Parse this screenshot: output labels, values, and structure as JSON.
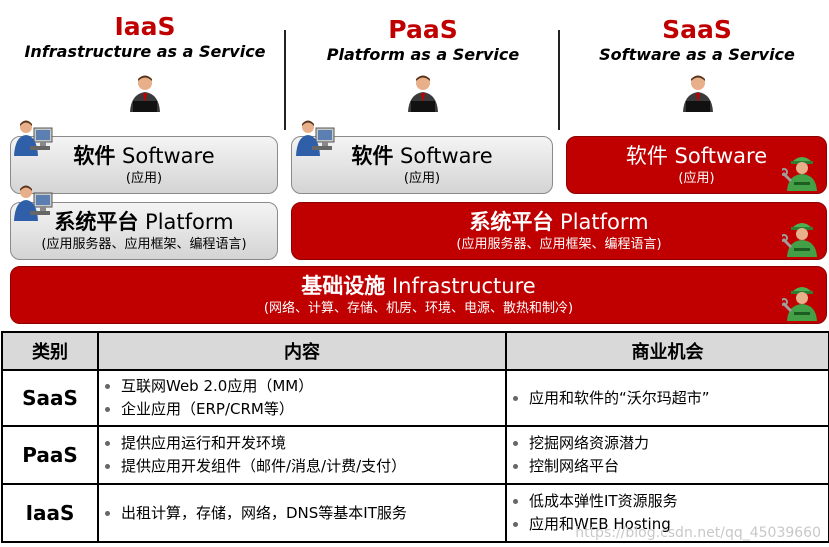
{
  "columns": {
    "iaas": {
      "title": "IaaS",
      "subtitle": "Infrastructure as a Service"
    },
    "paas": {
      "title": "PaaS",
      "subtitle": "Platform as a Service"
    },
    "saas": {
      "title": "SaaS",
      "subtitle": "Software as a Service"
    }
  },
  "layers": {
    "software": {
      "zh": "软件",
      "en": "Software",
      "note": "(应用)"
    },
    "platform": {
      "zh": "系统平台",
      "en": "Platform",
      "note": "(应用服务器、应用框架、编程语言)"
    },
    "infrastructure": {
      "zh": "基础设施",
      "en": "Infrastructure",
      "note": "(网络、计算、存储、机房、环境、电源、散热和制冷)"
    }
  },
  "icons": {
    "user": "user-at-computer-icon",
    "provider": "worker-with-wrench-icon",
    "consumer": "business-person-icon"
  },
  "colors": {
    "red": "#c00000",
    "gray": "#d9d9d9"
  },
  "table": {
    "headers": [
      "类别",
      "内容",
      "商业机会"
    ],
    "rows": [
      {
        "category": "SaaS",
        "content": [
          "互联网Web 2.0应用（MM）",
          "企业应用（ERP/CRM等）"
        ],
        "opportunity": [
          "应用和软件的“沃尔玛超市”"
        ]
      },
      {
        "category": "PaaS",
        "content": [
          "提供应用运行和开发环境",
          "提供应用开发组件（邮件/消息/计费/支付）"
        ],
        "opportunity": [
          "挖掘网络资源潜力",
          "控制网络平台"
        ]
      },
      {
        "category": "IaaS",
        "content": [
          "出租计算，存储，网络，DNS等基本IT服务"
        ],
        "opportunity": [
          "低成本弹性IT资源服务",
          "应用和WEB Hosting"
        ]
      }
    ]
  },
  "watermark": "https://blog.csdn.net/qq_45039660"
}
